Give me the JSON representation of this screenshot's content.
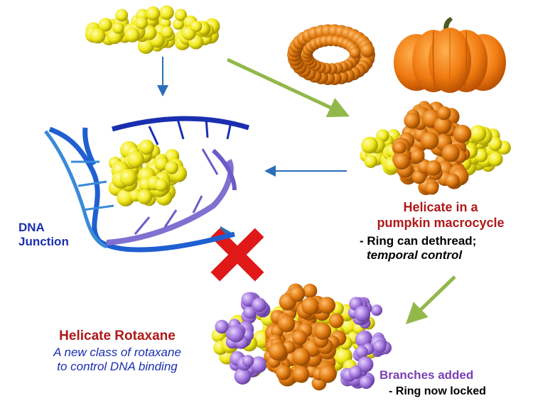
{
  "labels": {
    "dna_junction": [
      "DNA",
      "Junction"
    ],
    "helicate_macrocycle": {
      "title_lines": [
        "Helicate in a",
        "pumpkin macrocycle"
      ],
      "note_line1": "- Ring can dethread;",
      "note_line2": "temporal control"
    },
    "rotaxane": {
      "title": "Helicate Rotaxane",
      "subtitle_lines": [
        "A new class of rotaxane",
        "to control DNA binding"
      ]
    },
    "branches": {
      "title": "Branches added",
      "note": "- Ring now locked"
    }
  },
  "colors": {
    "helicate_yellow": "#f2ea1a",
    "macrocycle_orange": "#e07a10",
    "branch_purple": "#a77be0",
    "dna_blue": "#1f5fd0",
    "arrow_blue": "#2a6fb8",
    "arrow_green": "#92b84a",
    "cross_red": "#e01818"
  },
  "icons": [
    "helicate-molecule",
    "macrocycle-ring",
    "pumpkin-photo",
    "dna-junction",
    "helicate-in-macrocycle",
    "rotaxane-molecule",
    "blocked-cross-icon"
  ]
}
